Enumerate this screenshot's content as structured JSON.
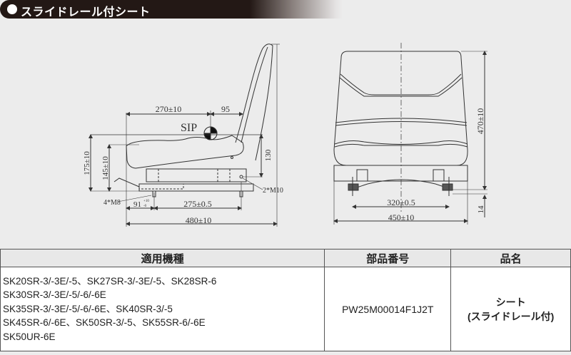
{
  "header": {
    "title": "スライドレール付シート"
  },
  "side_view": {
    "dims": {
      "d270": "270±10",
      "d95": "95",
      "sip": "SIP",
      "d130": "130",
      "d175": "175±10",
      "d145": "145±10",
      "m8": "4*M8",
      "m10": "2*M10",
      "d91": "91",
      "d91_tol_up": "+10",
      "d91_tol_lo": "-0",
      "d275": "275±0.5",
      "d480": "480±10"
    }
  },
  "front_view": {
    "dims": {
      "d470": "470±10",
      "d320": "320±0.5",
      "d450": "450±10",
      "d14": "14"
    }
  },
  "table": {
    "headers": [
      "適用機種",
      "部品番号",
      "品名"
    ],
    "models": [
      "SK20SR-3/-3E/-5、SK27SR-3/-3E/-5、SK28SR-6",
      "SK30SR-3/-3E/-5/-6/-6E",
      "SK35SR-3/-3E/-5/-6/-6E、SK40SR-3/-5",
      "SK45SR-6/-6E、SK50SR-3/-5、SK55SR-6/-6E",
      "SK50UR-6E"
    ],
    "part_number": "PW25M00014F1J2T",
    "name_line1": "シート",
    "name_line2": "(スライドレール付)"
  }
}
